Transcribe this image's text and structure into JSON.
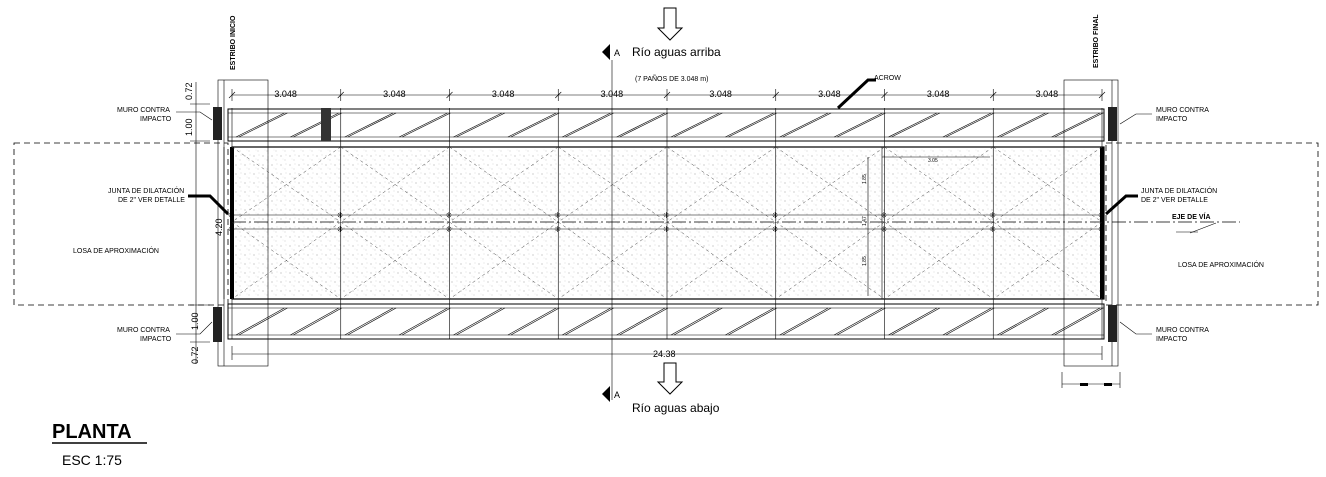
{
  "drawing": {
    "title": "PLANTA",
    "scale": "ESC  1:75"
  },
  "labels": {
    "upstream": "Río aguas arriba",
    "downstream": "Río aguas abajo",
    "section_mark": "A",
    "panels_note": "(7 PAÑOS DE 3.048 m)",
    "acrow": "ACROW",
    "abutment_start": "ESTRIBO INICIO",
    "abutment_end": "ESTRIBO FINAL",
    "wall_left_top": [
      "MURO CONTRA",
      "IMPACTO"
    ],
    "wall_left_bottom": [
      "MURO CONTRA",
      "IMPACTO"
    ],
    "wall_right_top": [
      "MURO  CONTRA",
      "IMPACTO"
    ],
    "wall_right_bottom": [
      "MURO  CONTRA",
      "IMPACTO"
    ],
    "joint_left": [
      "JUNTA DE DILATACIÓN",
      "DE 2\" VER DETALLE"
    ],
    "joint_right": [
      "JUNTA DE DILATACIÓN",
      "DE 2\" VER DETALLE"
    ],
    "approach_left": "LOSA DE APROXIMACIÓN",
    "approach_right": "LOSA DE APROXIMACIÓN",
    "road_axis": "EJE DE VÍA"
  },
  "dimensions": {
    "panel_lengths": [
      "3.048",
      "3.048",
      "3.048",
      "3.048",
      "3.048",
      "3.048",
      "3.048",
      "3.048"
    ],
    "total_length": "24.38",
    "deck_width": "4.20",
    "dim_top_1": "0.72",
    "dim_top_2": "1.00",
    "dim_bottom_1": "1.00",
    "dim_bottom_2": "0.72",
    "inner_h": "3.05",
    "inner_v1": "1.85",
    "inner_v2": "1.47",
    "inner_v3": "1.85"
  }
}
